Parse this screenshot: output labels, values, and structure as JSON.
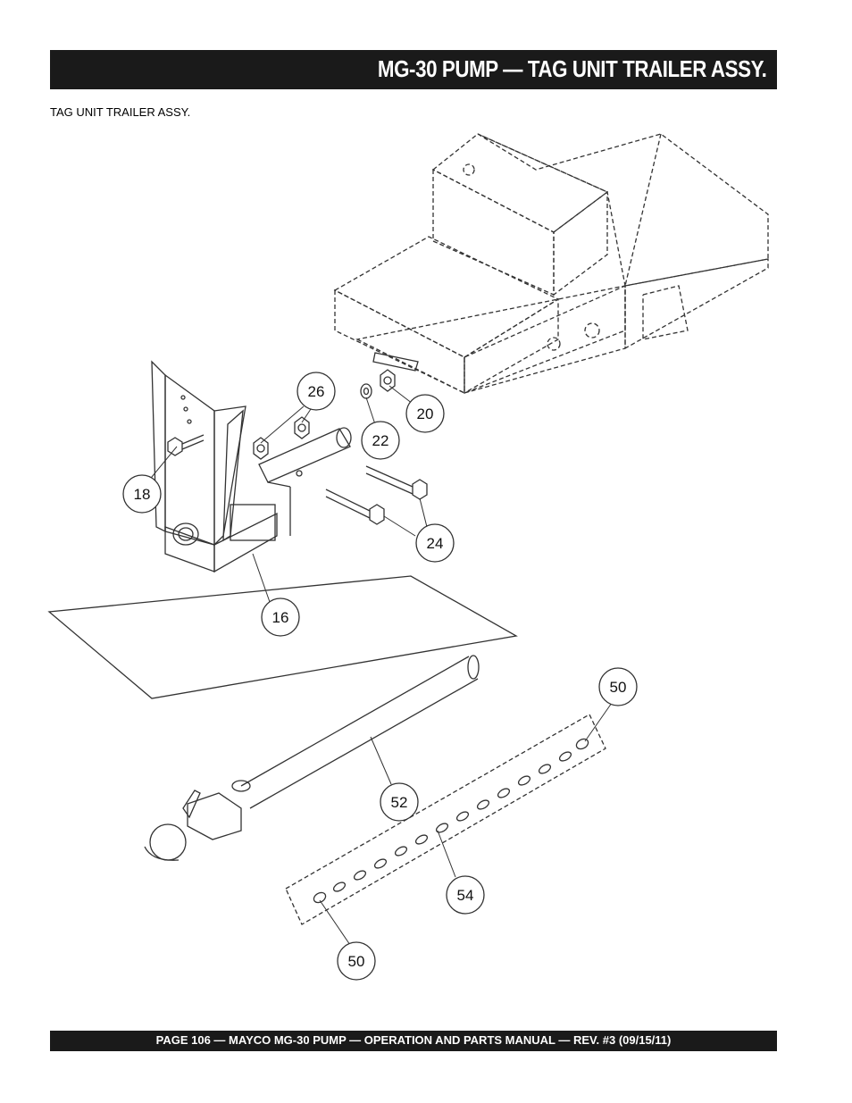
{
  "header": {
    "title": "MG-30 PUMP — TAG UNIT TRAILER ASSY."
  },
  "figure": {
    "caption": "TAG UNIT TRAILER ASSY."
  },
  "callouts": {
    "c16": "16",
    "c18": "18",
    "c20": "20",
    "c22": "22",
    "c24": "24",
    "c26": "26",
    "c50a": "50",
    "c50b": "50",
    "c52": "52",
    "c54": "54"
  },
  "footer": {
    "text": "PAGE 106 — MAYCO  MG-30 PUMP — OPERATION AND PARTS MANUAL — REV. #3 (09/15/11)"
  },
  "colors": {
    "bar": "#1a1a1a",
    "line": "#333333"
  }
}
